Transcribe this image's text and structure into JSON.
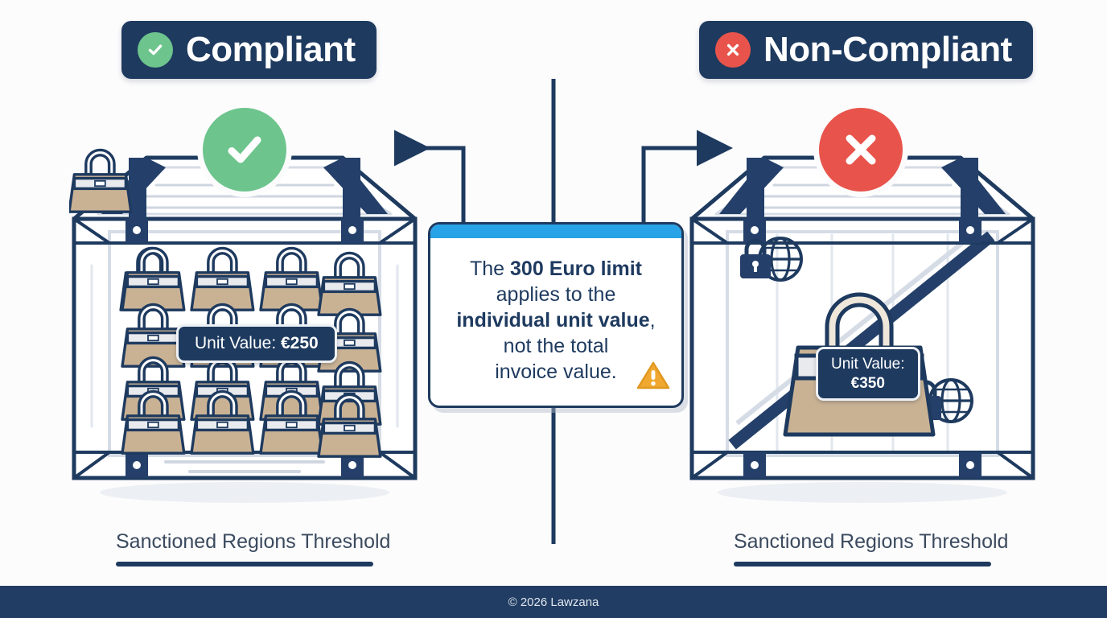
{
  "headers": {
    "compliant": {
      "label": "Compliant",
      "icon": "check-circle-icon",
      "badge_color": "#6dc48d"
    },
    "non_compliant": {
      "label": "Non-Compliant",
      "icon": "x-circle-icon",
      "badge_color": "#e8544b"
    }
  },
  "left_panel": {
    "status_icon": "check-circle-icon",
    "crate_icon": "shipping-crate-icon",
    "item_icon": "handbag-icon",
    "item_rows": 4,
    "item_cols": 4,
    "value_tag": {
      "prefix": "Unit Value: ",
      "amount": "€250"
    },
    "caption": "Sanctioned Regions Threshold"
  },
  "right_panel": {
    "status_icon": "x-circle-icon",
    "crate_icon": "shipping-crate-icon",
    "item_icon": "handbag-icon",
    "item_count": 1,
    "value_tag": {
      "label": "Unit Value:",
      "amount": "€350"
    },
    "lock_icons": [
      "lock-globe-icon",
      "lock-globe-icon"
    ],
    "caption": "Sanctioned Regions Threshold"
  },
  "callout": {
    "line1_lead": "The ",
    "line1_strong": "300 Euro limit",
    "line2": "applies to the",
    "line3_strong": "individual unit value",
    "line3_tail": ",",
    "line4": "not the total",
    "line5": "invoice value.",
    "warning_icon": "warning-triangle-icon",
    "accent_color": "#29a3e8"
  },
  "footer": {
    "text": "© 2026 Lawzana"
  },
  "palette": {
    "navy": "#1e3a5f",
    "green": "#6dc48d",
    "red": "#e8544b",
    "blue": "#29a3e8",
    "orange": "#f0a830",
    "tan": "#c9b294",
    "background": "#fcfcfd"
  }
}
